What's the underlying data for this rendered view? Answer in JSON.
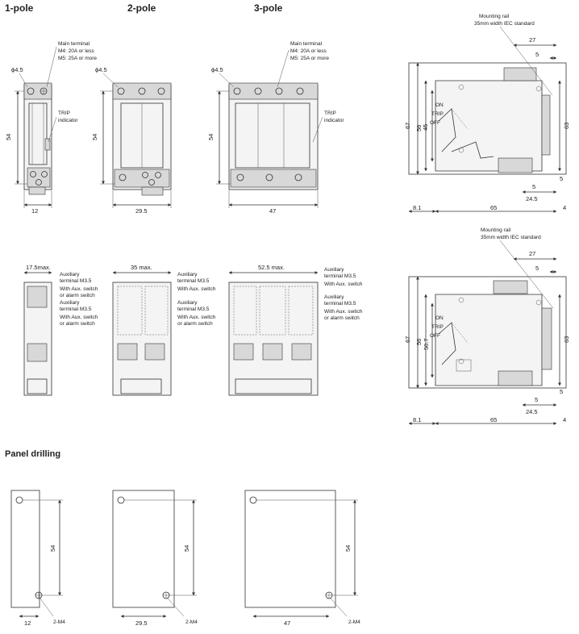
{
  "headers": {
    "pole1": "1-pole",
    "pole2": "2-pole",
    "pole3": "3-pole",
    "panel_drilling": "Panel drilling"
  },
  "hole": "ϕ4.5",
  "main_terminal": [
    "Main terminal",
    "M4: 20A or less",
    "M5: 25A or more"
  ],
  "trip_indicator": [
    "TRIP",
    "indicator"
  ],
  "aux_terminal": [
    "Auxiliary",
    "terminal M3.5"
  ],
  "aux_switch_1": "With Aux. switch",
  "aux_switch_2": [
    "With Aux. switch",
    "or alarm switch"
  ],
  "front_dims": {
    "height": "54",
    "w1": "12",
    "w2": "29.5",
    "w3": "47"
  },
  "max_dims": {
    "m1": "17.5max.",
    "m2": "35 max.",
    "m3": "52.5 max."
  },
  "side1": {
    "rail": [
      "Mounting rail",
      "35mm width IEC standard"
    ],
    "d27": "27",
    "d5a": "5",
    "d63": "63",
    "d67": "67",
    "d56": "56",
    "d45": "45",
    "d5b": "5",
    "d5c": "5",
    "d24_5": "24.5",
    "d8_1": "8.1",
    "d65": "65",
    "d4": "4",
    "on": "ON",
    "trip": "TRIP",
    "off": "OFF"
  },
  "side2": {
    "rail": [
      "Mounting rail",
      "35mm width IEC standard"
    ],
    "d27": "27",
    "d5a": "5",
    "d63": "63",
    "d67": "67",
    "d56": "56",
    "d50_7": "50.7",
    "d5b": "5",
    "d5c": "5",
    "d24_5": "24.5",
    "d8_1": "8.1",
    "d65": "65",
    "d4": "4",
    "on": "ON",
    "trip": "TRIP",
    "off": "OFF"
  },
  "drill": {
    "d54": "54",
    "w1": "12",
    "w2": "29.5",
    "w3": "47",
    "screw": "2-M4"
  }
}
